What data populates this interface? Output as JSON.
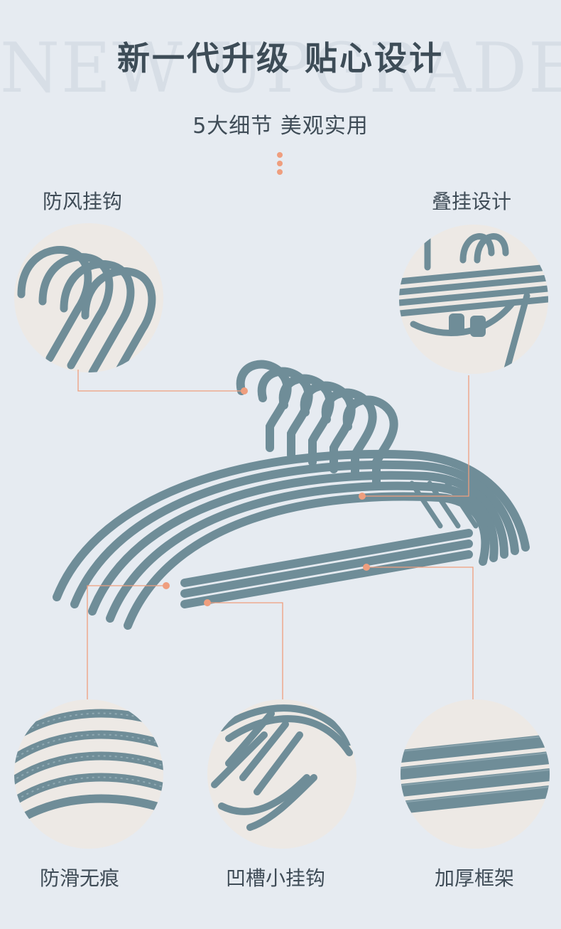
{
  "header": {
    "watermark": "NEW UPGRADE",
    "title": "新一代升级 贴心设计",
    "subtitle": "5大细节 美观实用"
  },
  "features": {
    "f1": "防风挂钩",
    "f2": "叠挂设计",
    "f3": "防滑无痕",
    "f4": "凹槽小挂钩",
    "f5": "加厚框架"
  },
  "colors": {
    "background": "#e6ebf1",
    "hanger": "#6f8d98",
    "accent": "#ef9e7e",
    "circle": "#ede9e5"
  }
}
